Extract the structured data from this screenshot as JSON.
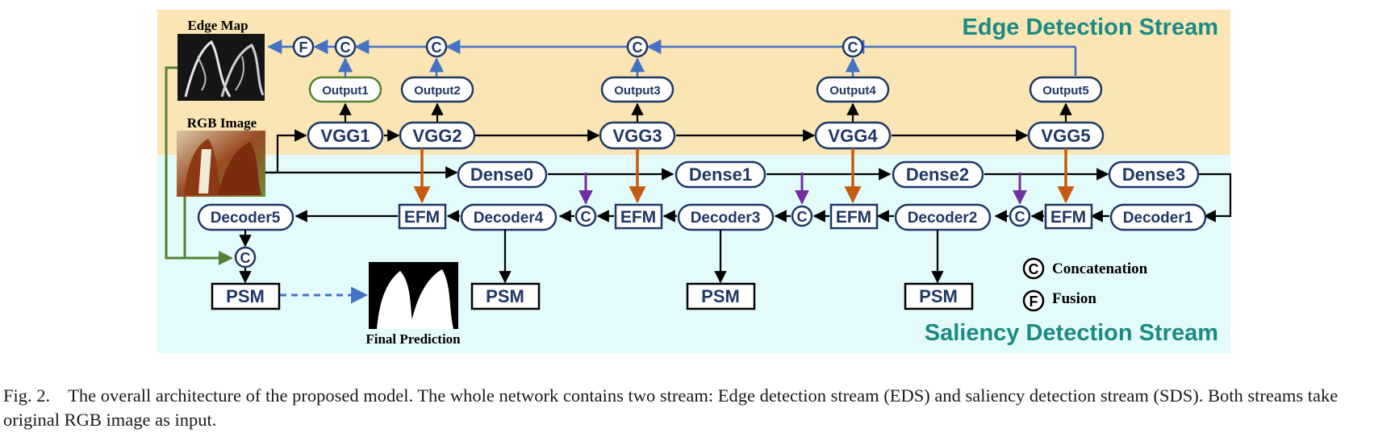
{
  "streams": {
    "edge": "Edge Detection Stream",
    "saliency": "Saliency Detection Stream"
  },
  "images": {
    "edge_map": "Edge Map",
    "rgb_image": "RGB Image",
    "final_prediction": "Final Prediction"
  },
  "symbols": {
    "concat": "C",
    "fusion": "F"
  },
  "outputs": [
    "Output1",
    "Output2",
    "Output3",
    "Output4",
    "Output5"
  ],
  "vgg": [
    "VGG1",
    "VGG2",
    "VGG3",
    "VGG4",
    "VGG5"
  ],
  "dense": [
    "Dense0",
    "Dense1",
    "Dense2",
    "Dense3"
  ],
  "decoders": [
    "Decoder5",
    "Decoder4",
    "Decoder3",
    "Decoder2",
    "Decoder1"
  ],
  "efm": [
    "EFM",
    "EFM",
    "EFM",
    "EFM"
  ],
  "psm": [
    "PSM",
    "PSM",
    "PSM",
    "PSM"
  ],
  "legend": {
    "concat": "Concatenation",
    "fusion": "Fusion"
  },
  "caption": {
    "label": "Fig. 2.",
    "text": "The overall architecture of the proposed model. The whole network contains two stream: Edge detection stream (EDS) and saliency detection stream (SDS). Both streams take original RGB image as input."
  },
  "colors": {
    "edge_bg": "#fbe5b4",
    "saliency_bg": "#e3fbfb",
    "stream_title": "#1b8a84",
    "node_text": "#1f3864",
    "blue_arrow": "#4472c4",
    "orange_arrow": "#c55a11",
    "purple_arrow": "#7030a0",
    "green_line": "#548235"
  }
}
